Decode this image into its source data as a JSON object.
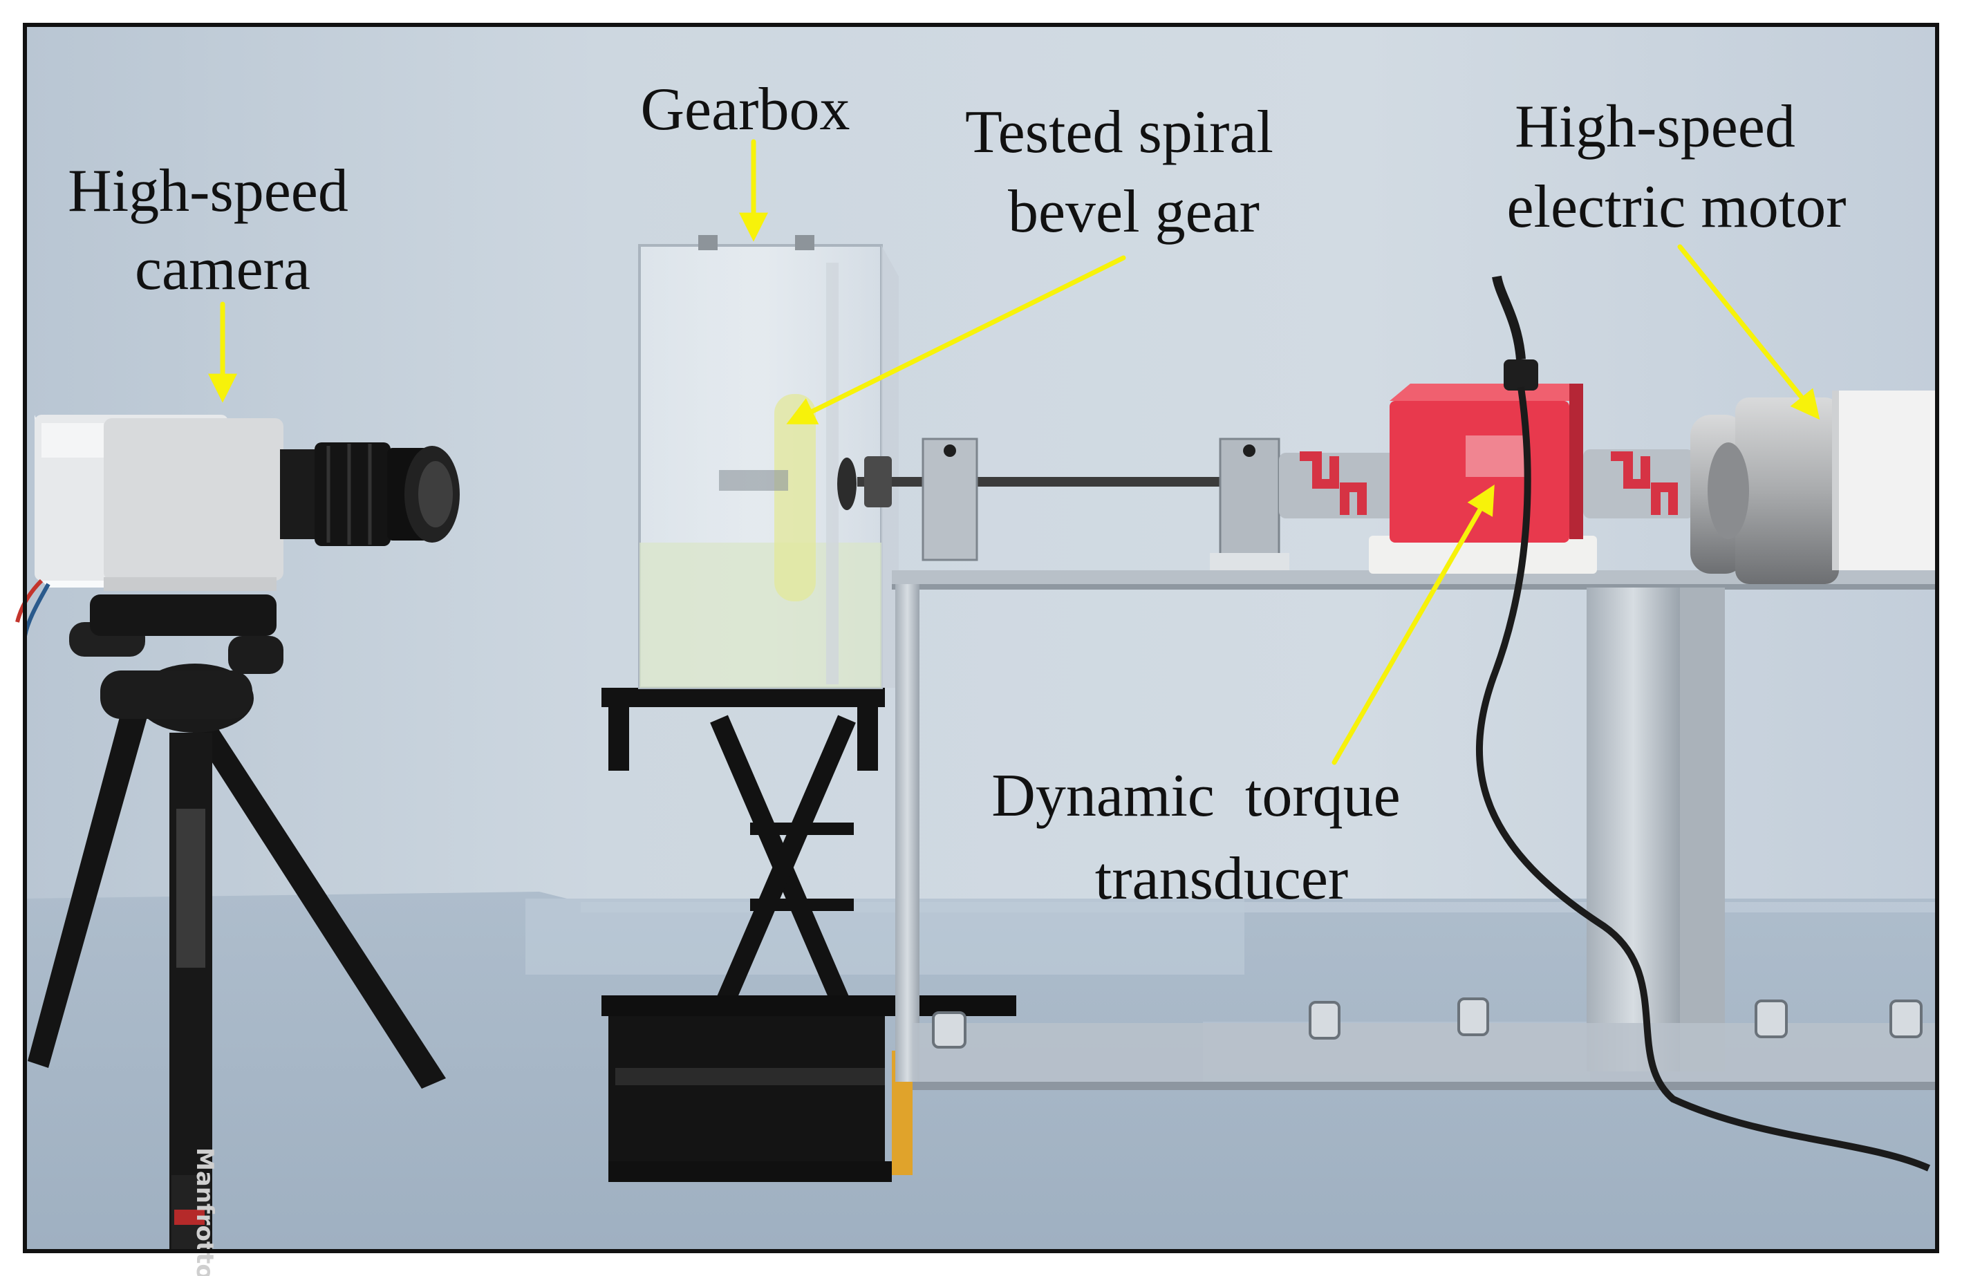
{
  "labels": {
    "camera": [
      "High-speed",
      "camera"
    ],
    "gearbox": [
      "Gearbox"
    ],
    "spiral_gear": [
      "Tested spiral",
      "bevel gear"
    ],
    "motor": [
      "High-speed",
      "electric motor"
    ],
    "torque": [
      "Dynamic  torque",
      "transducer"
    ]
  },
  "camera_brand": "Manfrotto",
  "colors": {
    "arrow": "#f7f20a",
    "label_text": "#111111",
    "transducer": "#e8394d",
    "frame_border": "#111111"
  }
}
